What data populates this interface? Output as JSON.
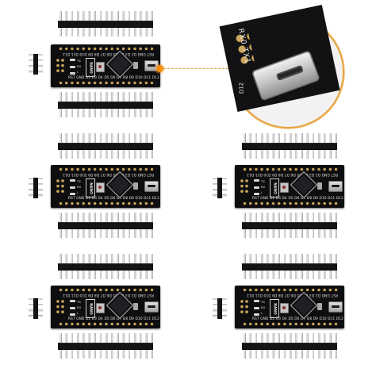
{
  "image": {
    "background": "#ffffff",
    "board_color": "#0e0e10",
    "accent_color": "#e8a23a"
  },
  "board_silkscreen": {
    "top_row": "RST GND D2 D3 D4 D5 D6 D7 D8 D9 D10 D11 D12",
    "bottom_row": "RST GND D2 D3 D4 D5 D6 D7 D8 D9 D10 D11 D12",
    "led_labels": [
      "TX",
      "RX",
      "L"
    ],
    "model_mark": "NANO"
  },
  "callout": {
    "zoom_silkscreen": "RX0 TX1",
    "zoom_label": "D12"
  }
}
